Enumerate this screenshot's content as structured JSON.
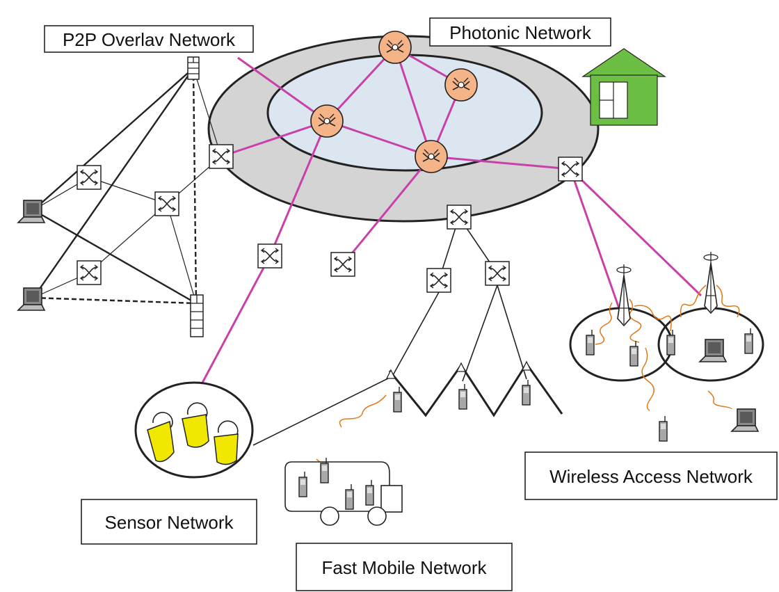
{
  "labels": {
    "p2p": "P2P Overlav Network",
    "photonic": "Photonic Network",
    "sensor": "Sensor Network",
    "fast_mobile": "Fast Mobile Network",
    "wireless": "Wireless Access Network"
  },
  "colors": {
    "photonic_link": "#c840a8",
    "wireless_signal": "#e07818",
    "outer_ring": "#d4d4d4",
    "inner_core": "#dce6f0",
    "core_router": "#f4b488",
    "house": "#6cbf44",
    "sensor": "#f0e800"
  },
  "icons": {
    "core_router": "core-router-icon",
    "edge_switch": "switch-icon",
    "laptop": "laptop-icon",
    "server": "server-icon",
    "antenna": "antenna-tower-icon",
    "mobile": "mobile-terminal-icon",
    "house": "house-icon",
    "bus": "bus-icon",
    "sensor": "sensor-node-icon"
  }
}
